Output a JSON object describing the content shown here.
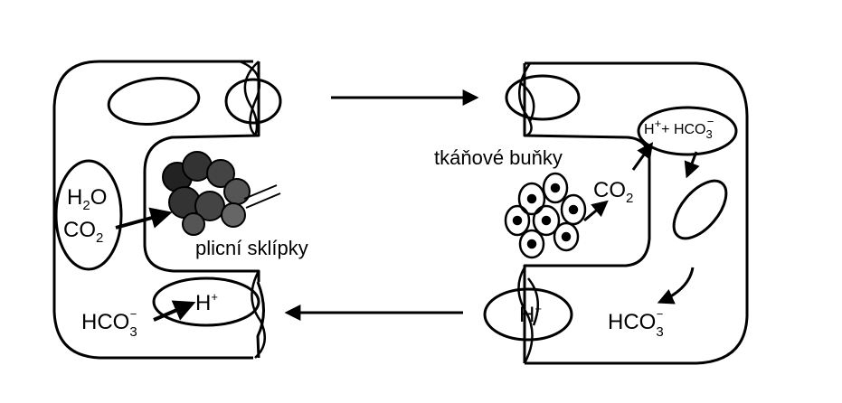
{
  "labels": {
    "h2o_h": "H",
    "h2o_sub": "2",
    "h2o_o": "O",
    "co2_left_c": "CO",
    "co2_left_sub": "2",
    "alveoli": "plicní sklípky",
    "h_left": "H",
    "h_left_sup": "+",
    "hco3_left": "HCO",
    "hco3_left_sub": "3",
    "hco3_left_sup": "−",
    "tissue": "tkáňové buňky",
    "co2_right": "CO",
    "co2_right_sub": "2",
    "hplus_hco3_h": "H",
    "hplus_hco3_sup": "+",
    "hplus_hco3_rest": "+ HCO",
    "hplus_hco3_sub": "3",
    "hplus_hco3_sup2": "−",
    "h_right": "H",
    "h_right_sup": "+",
    "hco3_right": "HCO",
    "hco3_right_sub": "3",
    "hco3_right_sup": "−"
  },
  "colors": {
    "ink": "#000000",
    "background": "#ffffff"
  }
}
